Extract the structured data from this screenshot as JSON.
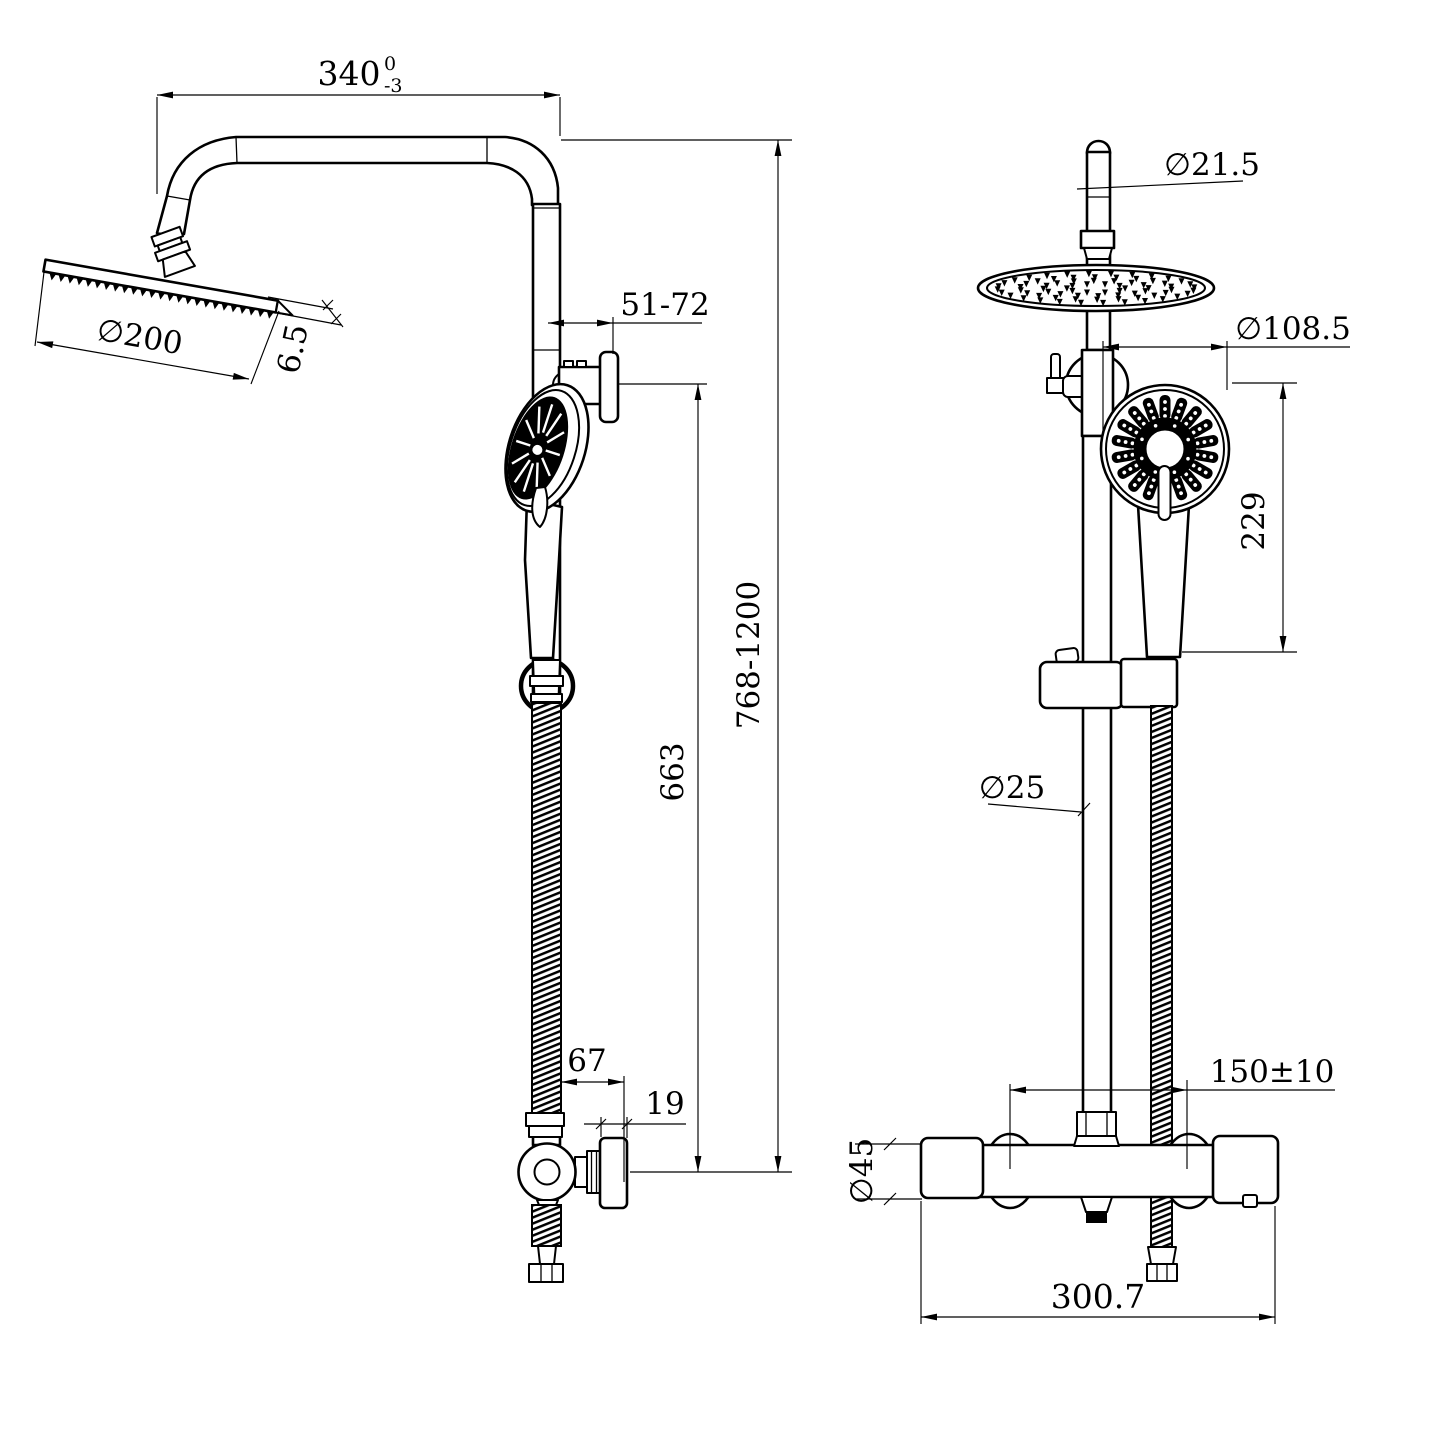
{
  "drawing": {
    "type": "shower-column-technical-drawing",
    "ink": "#000000",
    "paper": "#ffffff"
  },
  "side": {
    "arm_reach": {
      "value": "340",
      "tol_up": "0",
      "tol_dn": "-3"
    },
    "head_diameter": "∅200",
    "head_thickness": "6.5",
    "wall_clearance": "51-72",
    "hose_drop": "663",
    "height_range": "768-1200",
    "outlet_offset": "67",
    "plate_thickness": "19"
  },
  "front": {
    "top_pipe_diameter": "∅21.5",
    "handshower_diameter": "∅108.5",
    "handshower_length": "229",
    "rail_diameter": "∅25",
    "inlet_spacing": "150±10",
    "valve_body_diameter": "∅45",
    "valve_overall_width": "300.7"
  }
}
